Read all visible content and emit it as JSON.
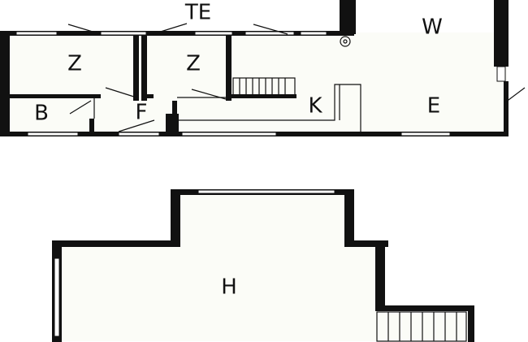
{
  "floor_plan": {
    "ground_floor": {
      "rooms": {
        "terrace": "TE",
        "living": "W",
        "bedroom_left": "Z",
        "bedroom_right": "Z",
        "kitchen": "K",
        "dining": "E",
        "bathroom": "B",
        "hallway": "F"
      }
    },
    "upper_floor": {
      "rooms": {
        "loft": "H"
      }
    }
  }
}
